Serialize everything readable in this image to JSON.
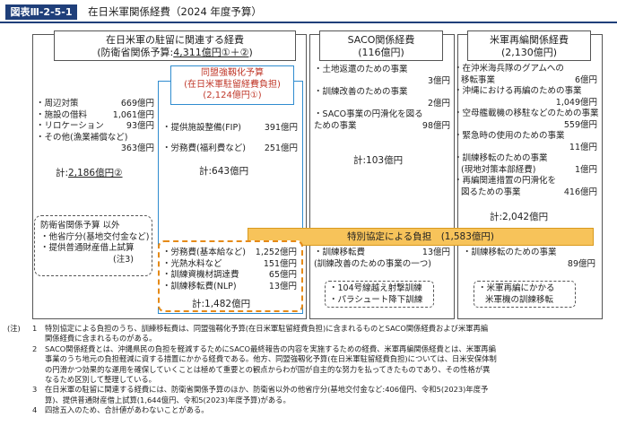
{
  "header": {
    "badge": "図表Ⅲ-2-5-1",
    "title": "在日米軍関係経費（2024 年度予算）"
  },
  "col1": {
    "title": "在日米軍の駐留に関連する経費",
    "subtitle_prefix": "(防衛省関係予算:",
    "subtitle_value": "4,311億円①＋②",
    "subtitle_suffix": ")",
    "items": [
      {
        "label": "・周辺対策",
        "value": "669億円"
      },
      {
        "label": "・施設の借料",
        "value": "1,061億円"
      },
      {
        "label": "・リロケーション",
        "value": "93億円"
      },
      {
        "label": "・その他(漁業補償など)",
        "value": ""
      },
      {
        "label": "",
        "value": "363億円"
      }
    ],
    "total_prefix": "計:",
    "total_value": "2,186億円②",
    "other": {
      "lines": [
        "防衛省関係予算 以外",
        "・他省庁分(基地交付金など)",
        "・提供普通財産借上試算"
      ],
      "note": "(注3)"
    }
  },
  "hns": {
    "title": [
      "同盟強靱化予算",
      "(在日米軍駐留経費負担)",
      "(2,124億円①)"
    ],
    "items": [
      {
        "label": "・提供施設整備(FIP)",
        "value": "391億円"
      },
      {
        "label": "・労務費(福利費など)",
        "value": "251億円"
      }
    ],
    "total": "計:643億円"
  },
  "saco": {
    "title": "SACO関係経費",
    "amount": "(116億円)",
    "items": [
      {
        "label": "・土地返還のための事業",
        "value": "3億円"
      },
      {
        "label": "・訓練改善のための事業",
        "value": "2億円"
      },
      {
        "label": "・SACO事業の円滑化を図る",
        "label2": "ための事業",
        "value": "98億円"
      }
    ],
    "total": "計:103億円"
  },
  "realign": {
    "title": "米軍再編関係経費",
    "amount": "(2,130億円)",
    "items": [
      {
        "label": "・在沖米海兵隊のグアムへの",
        "label2": "移転事業",
        "value": "6億円"
      },
      {
        "label": "・沖縄における再編のための事業",
        "label2": "",
        "value": "1,049億円"
      },
      {
        "label": "・空母艦載機の移駐などのための事業",
        "label2": "",
        "value": "559億円"
      },
      {
        "label": "・緊急時の使用のための事業",
        "label2": "",
        "value": "11億円"
      },
      {
        "label": "・訓練移転のための事業",
        "label2": "(現地対策本部経費)",
        "value": "1億円"
      },
      {
        "label": "・再編関連措置の円滑化を",
        "label2": "図るための事業",
        "value": "416億円"
      }
    ],
    "total": "計:2,042億円"
  },
  "special": {
    "label": "特別協定による負担　(1,583億円)",
    "hns_items": [
      {
        "label": "・労務費(基本給など)",
        "value": "1,252億円"
      },
      {
        "label": "・光熱水料など",
        "value": "151億円"
      },
      {
        "label": "・訓練資機材調達費",
        "value": "65億円"
      },
      {
        "label": "・訓練移転費(NLP)",
        "value": "13億円"
      }
    ],
    "hns_total": "計:1,482億円",
    "saco_item": {
      "label": "・訓練移転費",
      "value": "13億円",
      "sub": "(訓練改善のための事業の一つ)"
    },
    "saco_dashed": [
      "・104号線越え射撃訓練",
      "・パラシュート降下訓練"
    ],
    "realign_item": {
      "label": "・訓練移転のための事業",
      "value": "89億円"
    },
    "realign_dashed": [
      "・米軍再編にかかる",
      "米軍機の訓練移転"
    ]
  },
  "notes": [
    {
      "k": "(注)",
      "n": "1",
      "lines": [
        "特別協定による負担のうち、訓練移転費は、同盟強靱化予算(在日米軍駐留経費負担)に含まれるものとSACO関係経費および米軍再編",
        "関係経費に含まれるものがある。"
      ]
    },
    {
      "k": "",
      "n": "2",
      "lines": [
        "SACO関係経費とは、沖縄県民の負担を軽減するためにSACO最終報告の内容を実施するための経費、米軍再編関係経費とは、米軍再編",
        "事業のうち地元の負担軽減に資する措置にかかる経費である。他方、同盟強靱化予算(在日米軍駐留経費負担)については、日米安保体制",
        "の円滑かつ効果的な運用を確保していくことは極めて重要との観点からわが国が自主的な努力を払ってきたものであり、その性格が異",
        "なるため区別して整理している。"
      ]
    },
    {
      "k": "",
      "n": "3",
      "lines": [
        "在日米軍の駐留に関連する経費には、防衛省関係予算のほか、防衛省以外の他省庁分(基地交付金など:406億円、令和5(2023)年度予",
        "算)、提供普通財産借上試算(1,644億円、令和5(2023)年度予算)がある。"
      ]
    },
    {
      "k": "",
      "n": "4",
      "lines": [
        "四捨五入のため、合計値があわないことがある。"
      ]
    }
  ]
}
